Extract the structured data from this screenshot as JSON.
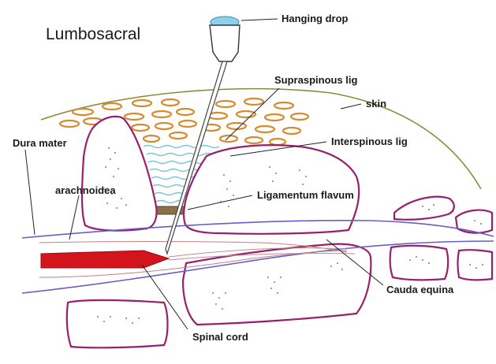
{
  "title": "Lumbosacral",
  "labels": {
    "hanging_drop": "Hanging drop",
    "supraspinous": "Supraspinous lig",
    "skin": "skin",
    "dura_mater": "Dura mater",
    "interspinous": "Interspinous lig",
    "arachnoidea": "arachnoidea",
    "ligamentum_flavum": "Ligamentum flavum",
    "cauda_equina": "Cauda equina",
    "spinal_cord": "Spinal cord"
  },
  "colors": {
    "bone_outline": "#9a1e6e",
    "fat": "#d88a2e",
    "interspinous_lines": "#7ec4d4",
    "skin_line": "#8a8a3a",
    "dura_line": "#6a5cc8",
    "spinal_cord": "#d4141c",
    "drop": "#8ed0ea",
    "flavum": "#8a7048"
  }
}
